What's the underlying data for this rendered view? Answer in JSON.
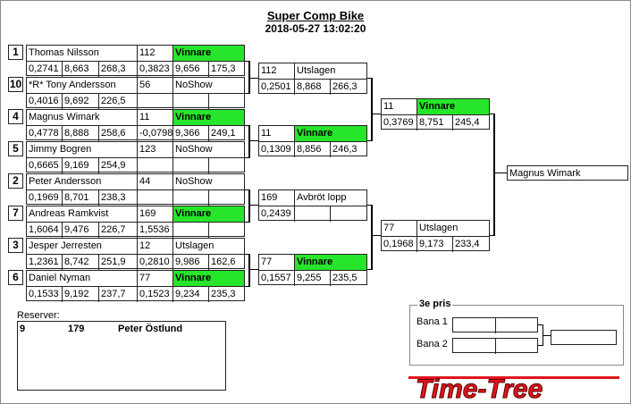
{
  "title": "Super Comp Bike",
  "datetime": "2018-05-27 13:02:20",
  "round1": [
    {
      "seed": "1",
      "name": "Thomas Nilsson",
      "rt": "0,2741",
      "et": "8,663",
      "speed": "268,3",
      "opp_num": "112",
      "opp_status": "Vinnare",
      "opp_rt": "0,3823",
      "opp_et": "9,656",
      "opp_speed": "175,3"
    },
    {
      "seed": "10",
      "name": "*R* Tony Andersson",
      "rt": "0,4016",
      "et": "9,692",
      "speed": "226,5",
      "opp_num": "56",
      "opp_status": "NoShow",
      "opp_rt": "",
      "opp_et": "",
      "opp_speed": ""
    },
    {
      "seed": "4",
      "name": "Magnus Wimark",
      "rt": "0,4778",
      "et": "8,888",
      "speed": "258,6",
      "opp_num": "11",
      "opp_status": "Vinnare",
      "opp_rt": "-0,0798",
      "opp_et": "9,366",
      "opp_speed": "249,1"
    },
    {
      "seed": "5",
      "name": "Jimmy Bogren",
      "rt": "0,6665",
      "et": "9,169",
      "speed": "254,9",
      "opp_num": "123",
      "opp_status": "NoShow",
      "opp_rt": "",
      "opp_et": "",
      "opp_speed": ""
    },
    {
      "seed": "2",
      "name": "Peter Andersson",
      "rt": "0,1969",
      "et": "8,701",
      "speed": "238,3",
      "opp_num": "44",
      "opp_status": "NoShow",
      "opp_rt": "",
      "opp_et": "",
      "opp_speed": ""
    },
    {
      "seed": "7",
      "name": "Andreas Ramkvist",
      "rt": "1,6064",
      "et": "9,476",
      "speed": "226,7",
      "opp_num": "169",
      "opp_status": "Vinnare",
      "opp_rt": "1,5536",
      "opp_et": "",
      "opp_speed": ""
    },
    {
      "seed": "3",
      "name": "Jesper Jerresten",
      "rt": "1,2361",
      "et": "8,742",
      "speed": "251,9",
      "opp_num": "12",
      "opp_status": "Utslagen",
      "opp_rt": "0,2810",
      "opp_et": "9,986",
      "opp_speed": "162,6"
    },
    {
      "seed": "6",
      "name": "Daniel Nyman",
      "rt": "0,1533",
      "et": "9,192",
      "speed": "237,7",
      "opp_num": "77",
      "opp_status": "Vinnare",
      "opp_rt": "0,1523",
      "opp_et": "9,234",
      "opp_speed": "235,3"
    }
  ],
  "round2": [
    {
      "num": "112",
      "status": "Utslagen",
      "rt": "0,2501",
      "et": "8,868",
      "speed": "266,3"
    },
    {
      "num": "11",
      "status": "Vinnare",
      "rt": "0,1309",
      "et": "8,856",
      "speed": "246,3"
    },
    {
      "num": "169",
      "status": "Avbröt lopp",
      "rt": "0,2439",
      "et": "",
      "speed": ""
    },
    {
      "num": "77",
      "status": "Vinnare",
      "rt": "0,1557",
      "et": "9,255",
      "speed": "235,5"
    }
  ],
  "round3": [
    {
      "num": "11",
      "status": "Vinnare",
      "rt": "0,3769",
      "et": "8,751",
      "speed": "245,4"
    },
    {
      "num": "77",
      "status": "Utslagen",
      "rt": "0,1968",
      "et": "9,173",
      "speed": "233,4"
    }
  ],
  "winner": "Magnus Wimark",
  "reserves": {
    "label": "Reserver:",
    "items": [
      {
        "pos": "9",
        "num": "179",
        "name": "Peter Östlund"
      }
    ]
  },
  "third_place": {
    "title": "3e pris",
    "lane1": "Bana 1",
    "lane2": "Bana 2"
  },
  "logo_text": "Time-Tree",
  "colors": {
    "winner_green": "#27e52a",
    "logo_red": "#e0141c"
  }
}
